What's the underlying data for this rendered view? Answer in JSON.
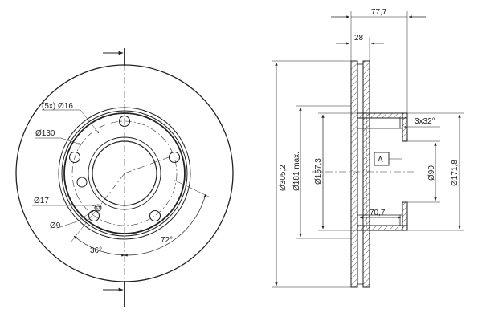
{
  "front_view": {
    "bolt_label": "(5x) Ø16",
    "pcd_label": "Ø130",
    "hole_label": "Ø17",
    "pin_label": "Ø9",
    "angle_36": "36°",
    "angle_72": "72°"
  },
  "side_view": {
    "width_total": "77,7",
    "width_disc": "28",
    "dia_outer": "Ø305,2",
    "dia_friction": "Ø181 max.",
    "dia_hat": "Ø157,3",
    "dia_centre": "Ø90",
    "dia_flange": "Ø171,8",
    "chamfer": "3x32°",
    "hat_depth": "70,7",
    "datum": "A"
  },
  "colors": {
    "line": "#222222",
    "hatch": "#333333",
    "background": "#ffffff"
  }
}
